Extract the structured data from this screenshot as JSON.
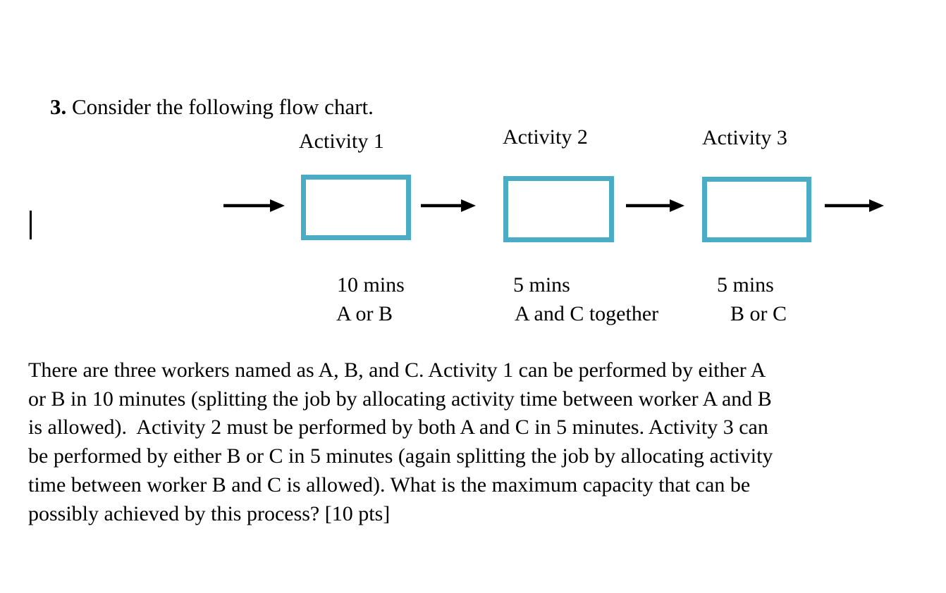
{
  "page": {
    "title_number": "3.",
    "title_text": " Consider the following flow chart."
  },
  "diagram": {
    "box_border_color": "#4bacc6",
    "arrow_color": "#000000",
    "activities": [
      {
        "label": "Activity 1",
        "time": "10 mins",
        "workers": "A or B"
      },
      {
        "label": "Activity 2",
        "time": "5 mins",
        "workers": "A and C together"
      },
      {
        "label": "Activity 3",
        "time": "5 mins",
        "workers": "B or C"
      }
    ]
  },
  "paragraph": {
    "lines": [
      "There are three workers named as A, B, and C. Activity 1 can be performed by either A",
      "or B in 10 minutes (splitting the job by allocating activity time between worker A and B",
      "is allowed).  Activity 2 must be performed by both A and C in 5 minutes. Activity 3 can",
      "be performed by either B or C in 5 minutes (again splitting the job by allocating activity",
      "time between worker B and C is allowed). What is the maximum capacity that can be",
      "possibly achieved by this process? [10 pts]"
    ]
  }
}
